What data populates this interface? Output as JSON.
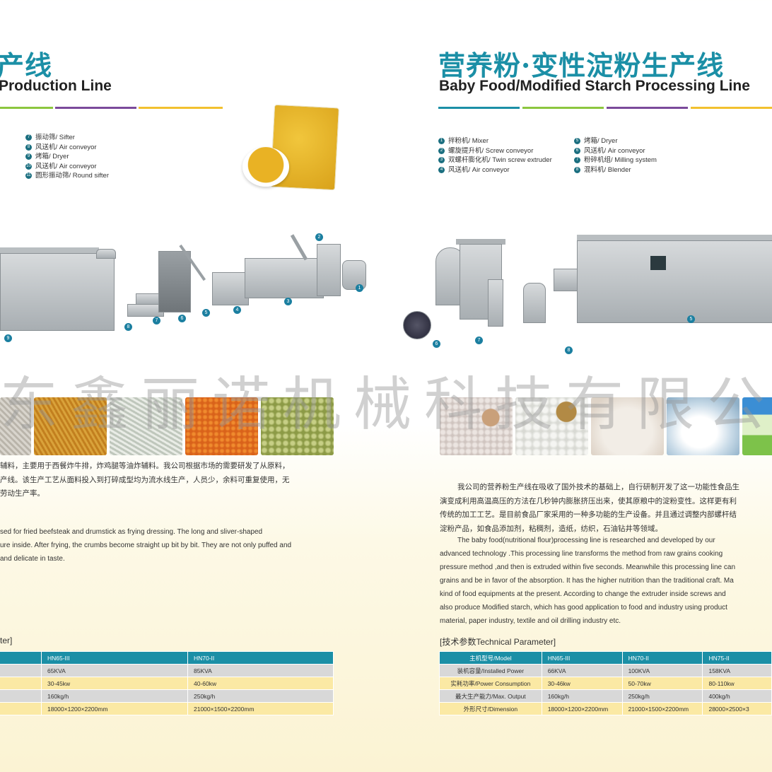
{
  "left": {
    "title_cn": "产线",
    "title_en": "Production Line",
    "legend": [
      {
        "n": "7",
        "text": "振动筛/ Sifter"
      },
      {
        "n": "8",
        "text": "风送机/ Air conveyor"
      },
      {
        "n": "9",
        "text": "烤箱/ Dryer"
      },
      {
        "n": "10",
        "text": "风送机/ Air conveyor"
      },
      {
        "n": "11",
        "text": "圆形振动筛/ Round sifter"
      }
    ],
    "callouts": [
      "9",
      "8",
      "7",
      "6",
      "5",
      "4",
      "3",
      "1",
      "2"
    ],
    "para_cn": [
      "辅料，主要用于西餐炸牛排，炸鸡腿等油炸辅料。我公司根据市场的需要研发了从原料，",
      "产线。该生产工艺从面料投入到打碎成型均为流水线生产，人员少，余料可重复使用，无",
      "劳动生产率。"
    ],
    "para_en": [
      "sed for fried beefsteak and drumstick as frying dressing. The long and sliver-shaped",
      "ure inside. After frying, the crumbs become straight up bit by bit. They are not only puffed and",
      "and delicate in taste."
    ],
    "tp_title": "ter]",
    "table": [
      [
        "",
        "HN65-III",
        "HN70-II"
      ],
      [
        "",
        "65KVA",
        "85KVA"
      ],
      [
        "",
        "30-45kw",
        "40-60kw"
      ],
      [
        "",
        "160kg/h",
        "250kg/h"
      ],
      [
        "",
        "18000×1200×2200mm",
        "21000×1500×2200mm"
      ]
    ]
  },
  "right": {
    "title_cn": "营养粉·变性淀粉生产线",
    "title_en": "Baby Food/Modified Starch Processing Line",
    "legend_col1": [
      {
        "n": "1",
        "text": "拌粉机/ Mixer"
      },
      {
        "n": "2",
        "text": "螺旋提升机/ Screw conveyor"
      },
      {
        "n": "3",
        "text": "双螺杆膨化机/ Twin screw extruder"
      },
      {
        "n": "4",
        "text": "风送机/ Air conveyor"
      }
    ],
    "legend_col2": [
      {
        "n": "5",
        "text": "烤箱/ Dryer"
      },
      {
        "n": "6",
        "text": "风送机/ Air conveyor"
      },
      {
        "n": "7",
        "text": "粉碎机组/ Milling system"
      },
      {
        "n": "8",
        "text": "混料机/ Blender"
      }
    ],
    "callouts": [
      "6",
      "7",
      "8",
      "5"
    ],
    "para_cn": [
      "我公司的营养粉生产线在吸收了国外技术的基础上，自行研制开发了这一功能性食品生",
      "演变成利用高温高压的方法在几秒钟内膨胀挤压出来，使其原粮中的淀粉变性。这样更有利",
      "传统的加工工艺。是目前食品厂家采用的一种多功能的生产设备。并且通过调整内部螺杆结",
      "淀粉产品，如食品添加剂，粘稠剂，造纸，纺织，石油钻井等领域。"
    ],
    "para_en": [
      "The baby food(nutritional flour)processing line is researched and developed by our",
      "advanced technology .This processing line transforms the method from raw grains cooking",
      "pressure method ,and then is extruded within five seconds. Meanwhile this processing line can",
      "grains and be in favor of the absorption. It has the higher nutrition than the traditional craft. Ma",
      "kind of food equipments at the present. According to change the extruder inside screws and",
      "also produce Modified starch, which has good application to food and industry using product",
      "material, paper industry, textile and oil drilling industry etc."
    ],
    "tp_title": "[技术参数Technical Parameter]",
    "table": [
      [
        "主机型号/Model",
        "HN65-III",
        "HN70-II",
        "HN75-II"
      ],
      [
        "装机容量/Installed Power",
        "66KVA",
        "100KVA",
        "158KVA"
      ],
      [
        "实耗功率/Power Consumption",
        "30-46kw",
        "50-70kw",
        "80-110kw"
      ],
      [
        "最大生产能力/Max. Output",
        "160kg/h",
        "250kg/h",
        "400kg/h"
      ],
      [
        "外形尺寸/Dimension",
        "18000×1200×2200mm",
        "21000×1500×2200mm",
        "28000×2500×3"
      ]
    ]
  },
  "watermark": "东鑫丽诺机械科技有限公",
  "colors": {
    "accent": "#1b8fa6",
    "bar_green": "#8cc63e",
    "bar_purple": "#7b4a9b",
    "bar_yellow": "#f2c12e",
    "row_gray": "#d8d8d8",
    "row_yellow": "#fbe9a4"
  }
}
